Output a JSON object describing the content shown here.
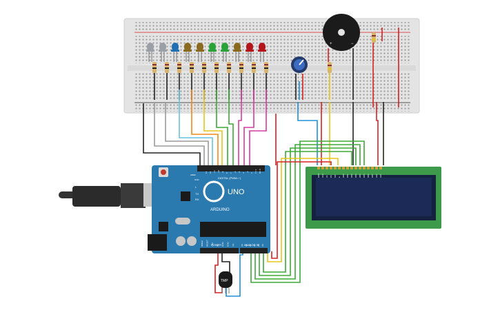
{
  "arduino": {
    "brand": "ARDUINO",
    "model": "UNO",
    "digital_header": "DIGITAL (PWM=~)",
    "power_header": "POWER",
    "analog_header": "ANALOG IN",
    "aref": "AREF",
    "gnd": "GND",
    "digital_pins": [
      "13",
      "12",
      "~11",
      "~10",
      "~9",
      "8",
      "7",
      "~6",
      "~5",
      "4",
      "~3",
      "2",
      "TX 1",
      "RX 0"
    ],
    "power_pins": [
      "IOREF",
      "RESET",
      "3.3V",
      "5V",
      "GND",
      "GND",
      "Vin"
    ],
    "analog_pins": [
      "A0",
      "A1",
      "A2",
      "A3",
      "A4",
      "A5"
    ],
    "led_l": "L",
    "led_tx": "TX",
    "led_rx": "RX"
  },
  "sensor": {
    "label": "TMP"
  },
  "buzzer": {
    "plus": "+",
    "minus": "−"
  },
  "lcd": {
    "pin_labels": [
      "GND",
      "VCC",
      "V0",
      "RS",
      "RW",
      "E",
      "DB0",
      "DB1",
      "DB2",
      "DB3",
      "DB4",
      "DB5",
      "DB6",
      "DB7",
      "LED",
      "LED"
    ]
  },
  "colors": {
    "breadboard": "#e4e4e4",
    "arduino": "#2a7ab0",
    "lcd_board": "#3d9a4a",
    "lcd_screen": "#1b2a57",
    "wire_red": "#d62020",
    "wire_black": "#222222",
    "wire_green": "#3aaa35",
    "wire_yellow": "#e8c51a",
    "wire_orange": "#ef8a17",
    "wire_magenta": "#d63aa0",
    "wire_blue": "#1f8fd6",
    "wire_gray": "#888888",
    "wire_lightblue": "#66c2e0"
  },
  "leds": [
    {
      "color": "#9aa0a6"
    },
    {
      "color": "#9aa0a6"
    },
    {
      "color": "#1f6fb3"
    },
    {
      "color": "#8a6a1e"
    },
    {
      "color": "#8a6a1e"
    },
    {
      "color": "#29a339"
    },
    {
      "color": "#29a339"
    },
    {
      "color": "#8a6a1e"
    },
    {
      "color": "#b3151a"
    },
    {
      "color": "#b3151a"
    }
  ]
}
